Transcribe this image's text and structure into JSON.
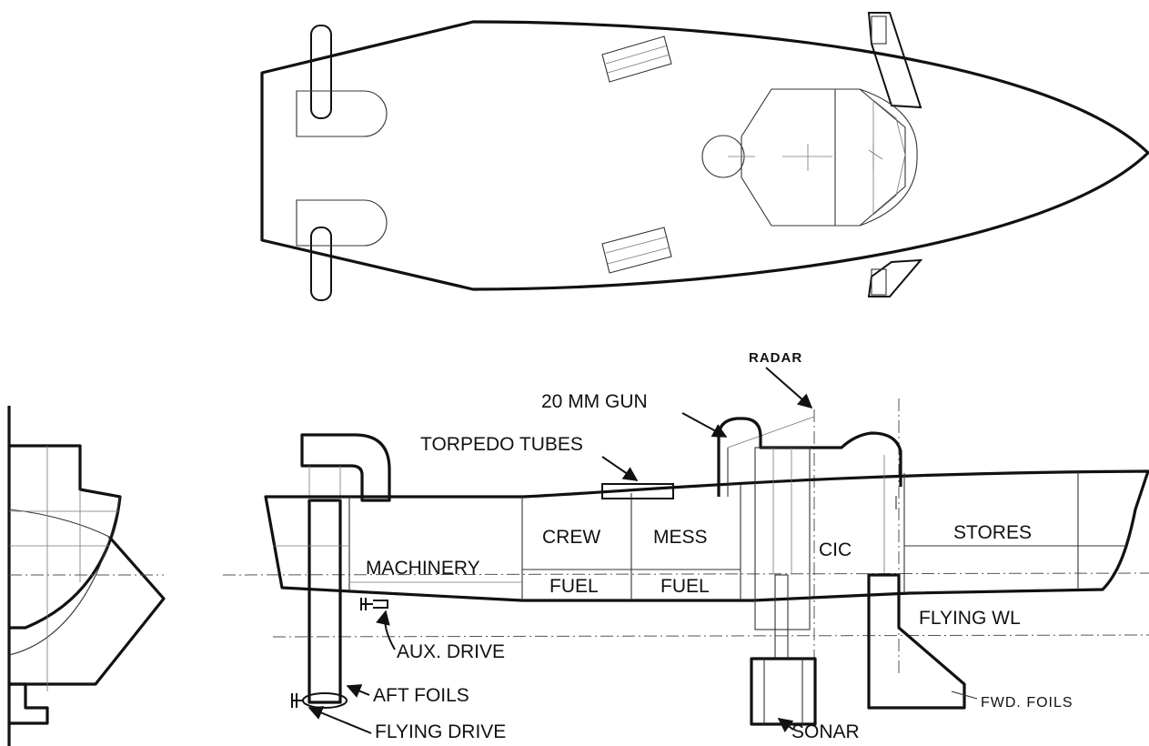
{
  "labels": {
    "radar": "RADAR",
    "gun": "20 MM GUN",
    "torpedo": "TORPEDO TUBES",
    "crew": "CREW",
    "mess": "MESS",
    "cic": "CIC",
    "stores": "STORES",
    "machinery": "MACHINERY",
    "fuel_1": "FUEL",
    "fuel_2": "FUEL",
    "flying_wl": "FLYING WL",
    "aux_drive": "AUX. DRIVE",
    "aft_foils": "AFT FOILS",
    "flying_drive": "FLYING DRIVE",
    "sonar": "SONAR",
    "fwd_foils": "FWD. FOILS"
  }
}
